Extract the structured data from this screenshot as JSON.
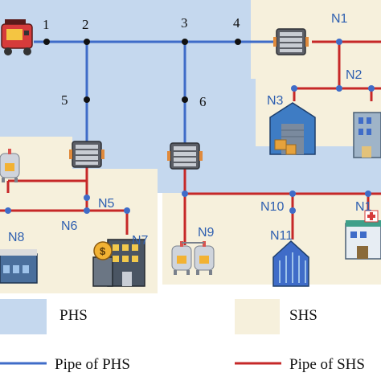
{
  "colors": {
    "phs_area": "#c5d8ee",
    "shs_area": "#f6f0dc",
    "pipe_phs": "#3f6cc8",
    "pipe_shs": "#c62828",
    "node_dot_phs": "#111111",
    "node_dot_shs": "#3f6cc8",
    "label_shs": "#2e5fb0"
  },
  "phs_nodes": [
    "1",
    "2",
    "3",
    "4",
    "5",
    "6"
  ],
  "shs_nodes": [
    "N1",
    "N2",
    "N3",
    "N5",
    "N6",
    "N7",
    "N8",
    "N9",
    "N10",
    "N11",
    "N1"
  ],
  "icons": {
    "source": "generator-icon",
    "exchangers": [
      "heat-exchanger-icon",
      "heat-exchanger-icon",
      "heat-exchanger-icon"
    ],
    "loads": [
      "warehouse-icon",
      "office-building-icon",
      "tank-station-icon",
      "bank-building-icon",
      "factory-icon",
      "tank-station-icon",
      "skyscraper-icon",
      "hospital-icon"
    ]
  },
  "legend": {
    "phs_area_label": "PHS",
    "shs_area_label": "SHS",
    "phs_pipe_label": "Pipe of PHS",
    "shs_pipe_label": "Pipe of SHS"
  }
}
